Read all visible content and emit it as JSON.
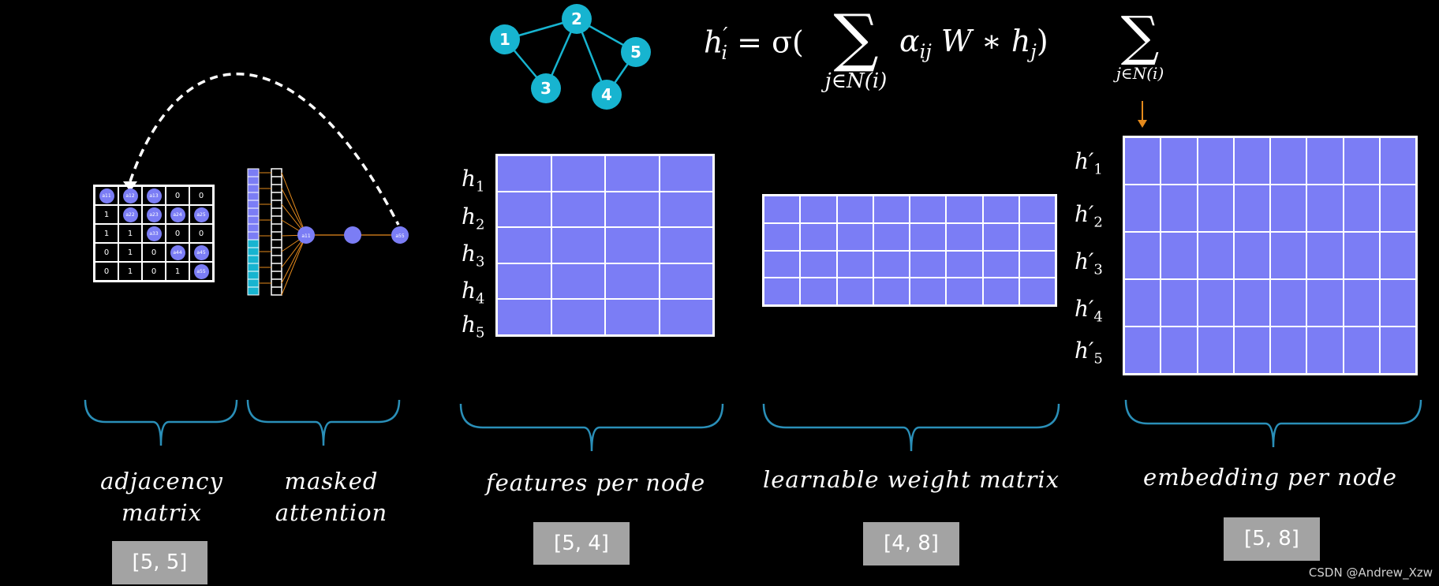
{
  "graph": {
    "nodes": [
      "1",
      "2",
      "3",
      "4",
      "5"
    ],
    "edges": [
      [
        "1",
        "2"
      ],
      [
        "1",
        "3"
      ],
      [
        "3",
        "2"
      ],
      [
        "2",
        "4"
      ],
      [
        "2",
        "5"
      ],
      [
        "5",
        "4"
      ]
    ],
    "node_color": "#17b4d0"
  },
  "formula": {
    "lhs": "h",
    "lhs_prime": "′",
    "lhs_sub": "i",
    "equals": "= σ(",
    "sum": "∑",
    "sum_sub": "j∈N(i)",
    "term": "α",
    "term_sub": "ij",
    "rest": "W ∗ h",
    "rest_sub": "j",
    "close": ")",
    "sum2": "∑",
    "sum2_sub": "j∈N(i)"
  },
  "adjacency": {
    "cells": [
      [
        "a11",
        "a12",
        "a13",
        "0",
        "0"
      ],
      [
        "1",
        "a22",
        "a23",
        "a24",
        "a25"
      ],
      [
        "1",
        "1",
        "a33",
        "0",
        "0"
      ],
      [
        "0",
        "1",
        "0",
        "a44",
        "a45"
      ],
      [
        "0",
        "1",
        "0",
        "1",
        "a55"
      ]
    ],
    "node_labels": [
      "a11",
      "a55"
    ]
  },
  "features": {
    "row_labels": [
      {
        "base": "h",
        "sub": "1"
      },
      {
        "base": "h",
        "sub": "2"
      },
      {
        "base": "h",
        "sub": "3"
      },
      {
        "base": "h",
        "sub": "4"
      },
      {
        "base": "h",
        "sub": "5"
      }
    ],
    "rows": 5,
    "cols": 4
  },
  "weights": {
    "rows": 4,
    "cols": 8
  },
  "embedding": {
    "row_labels": [
      {
        "base": "h′",
        "sub": "1"
      },
      {
        "base": "h′",
        "sub": "2"
      },
      {
        "base": "h′",
        "sub": "3"
      },
      {
        "base": "h′",
        "sub": "4"
      },
      {
        "base": "h′",
        "sub": "5"
      }
    ],
    "rows": 5,
    "cols": 8
  },
  "captions": {
    "adjacency": [
      "adjacency",
      "matrix"
    ],
    "masked": [
      "masked",
      "attention"
    ],
    "features": "features per node",
    "weights": "learnable weight matrix",
    "embedding": "embedding per node"
  },
  "shapes": {
    "adjacency": "[5, 5]",
    "features": "[5, 4]",
    "weights": "[4, 8]",
    "embedding": "[5, 8]"
  },
  "colors": {
    "matrix_fill": "#7b7df5",
    "brace": "#2a8fb8",
    "shape_box": "#a3a3a3",
    "arrow": "#e58a1c",
    "attention_teal": "#17b4d0"
  },
  "watermark": "CSDN @Andrew_Xzw"
}
